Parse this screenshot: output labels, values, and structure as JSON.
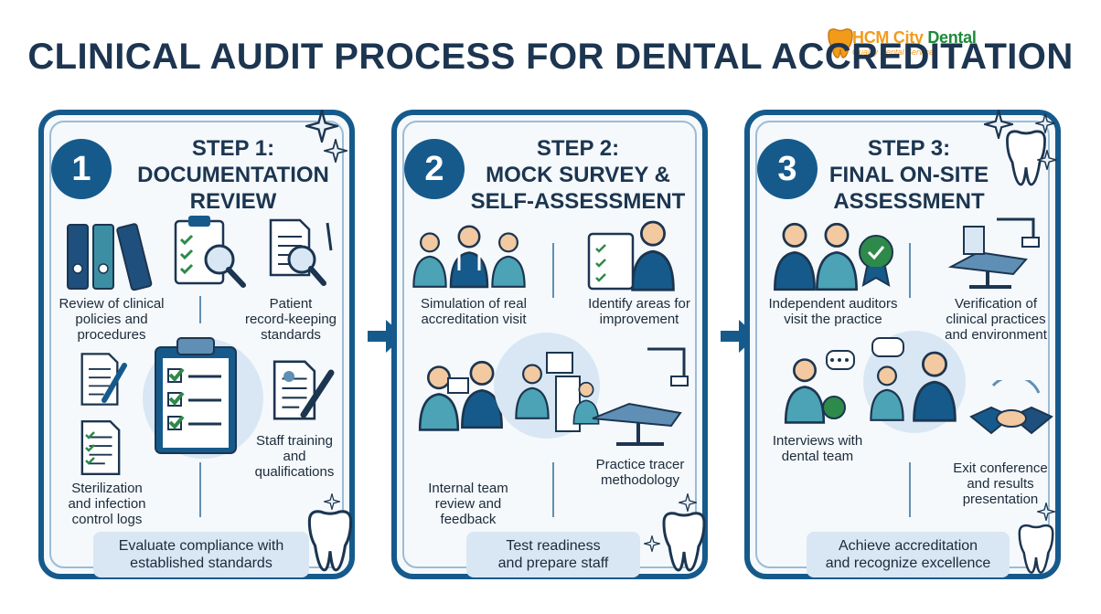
{
  "logo": {
    "name_part1": "HCM City",
    "name_part2": "Dental",
    "tagline": "Quality Dental Services"
  },
  "title": "CLINICAL AUDIT PROCESS FOR DENTAL ACCREDITATION",
  "colors": {
    "primary": "#165a8c",
    "heading": "#1c3550",
    "light": "#d8e7f3",
    "accent_green": "#2e8a4a",
    "logo_orange": "#f29b1b",
    "logo_green": "#1d8a3a"
  },
  "steps": [
    {
      "number": "1",
      "title_lines": [
        "STEP 1:",
        "DOCUMENTATION",
        "REVIEW"
      ],
      "items": [
        {
          "lines": [
            "Review of clinical",
            "policies and",
            "procedures"
          ],
          "icon": "binders-icon"
        },
        {
          "lines": [
            "Patient",
            "record-keeping",
            "standards"
          ],
          "icon": "patient-record-icon"
        },
        {
          "lines": [
            "Staff training",
            "and",
            "qualifications"
          ],
          "icon": "staff-document-icon"
        },
        {
          "lines": [
            "Sterilization",
            "and infection",
            "control logs"
          ],
          "icon": "checklist-document-icon"
        }
      ],
      "summary_lines": [
        "Evaluate compliance with",
        "established standards"
      ]
    },
    {
      "number": "2",
      "title_lines": [
        "STEP 2:",
        "MOCK SURVEY &",
        "SELF-ASSESSMENT"
      ],
      "items": [
        {
          "lines": [
            "Simulation of real",
            "accreditation visit"
          ],
          "icon": "team-icon"
        },
        {
          "lines": [
            "Identify areas for",
            "improvement"
          ],
          "icon": "reviewer-clipboard-icon"
        },
        {
          "lines": [
            "Internal team",
            "review and",
            "feedback"
          ],
          "icon": "team-review-icon"
        },
        {
          "lines": [
            "Practice tracer",
            "methodology"
          ],
          "icon": "dental-chair-scene-icon"
        }
      ],
      "summary_lines": [
        "Test readiness",
        "and prepare staff"
      ]
    },
    {
      "number": "3",
      "title_lines": [
        "STEP 3:",
        "FINAL ON-SITE",
        "ASSESSMENT"
      ],
      "items": [
        {
          "lines": [
            "Independent auditors",
            "visit the practice"
          ],
          "icon": "auditors-icon"
        },
        {
          "lines": [
            "Verification of",
            "clinical practices",
            "and environment"
          ],
          "icon": "dental-chair-icon"
        },
        {
          "lines": [
            "Interviews with",
            "dental team"
          ],
          "icon": "interview-icon"
        },
        {
          "lines": [
            "Exit conference",
            "and results",
            "presentation"
          ],
          "icon": "handshake-icon"
        }
      ],
      "summary_lines": [
        "Achieve accreditation",
        "and recognize excellence"
      ]
    }
  ]
}
